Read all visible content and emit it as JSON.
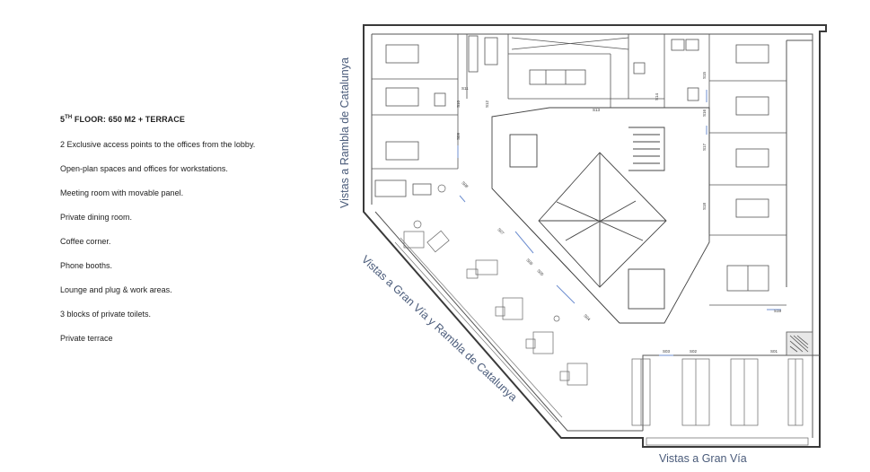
{
  "info": {
    "title_prefix": "5",
    "title_sup": "TH",
    "title_rest": " FLOOR: 650 M2 + TERRACE",
    "features": [
      "2 Exclusive access points to the offices from the lobby.",
      "Open-plan spaces and offices for workstations.",
      "Meeting room with movable panel.",
      "Private dining room.",
      "Coffee corner.",
      "Phone booths.",
      "Lounge and plug & work areas.",
      "3 blocks of private toilets.",
      "Private terrace"
    ]
  },
  "plan": {
    "views": {
      "rambla": "Vistas a Rambla de Catalunya",
      "granvia_rambla": "Vistas a Gran Vía y Rambla de Catalunya",
      "granvia": "Vistas a Gran Vía"
    },
    "room_codes": [
      "S11",
      "S10",
      "S12",
      "S13",
      "S14",
      "S15",
      "S16",
      "S17",
      "S18",
      "S19",
      "S01",
      "S02",
      "S03",
      "S04",
      "S05",
      "S06",
      "S07",
      "S08",
      "S09"
    ],
    "colors": {
      "wall": "#3a3a3a",
      "line": "#8a8a8a",
      "window": "#6f8fd0",
      "label": "#4a5b7a"
    }
  }
}
